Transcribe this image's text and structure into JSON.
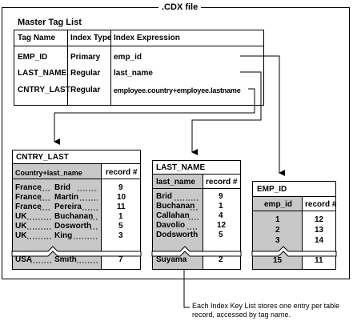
{
  "file_title": ".CDX file",
  "master": {
    "title": "Master Tag List",
    "headers": [
      "Tag Name",
      "Index Type",
      "Index Expression"
    ],
    "rows": [
      [
        "EMP_ID",
        "Primary",
        "emp_id"
      ],
      [
        "LAST_NAME",
        "Regular",
        "last_name"
      ],
      [
        "CNTRY_LAST",
        "Regular",
        "employee.country+employee.lastname"
      ]
    ]
  },
  "cntry": {
    "title": "CNTRY_LAST",
    "col1": "Country+last_name",
    "col2": "record #",
    "rows": [
      [
        "France",
        "Brid",
        "9"
      ],
      [
        "France",
        "Martin",
        "10"
      ],
      [
        "France",
        "Pereira",
        "11"
      ],
      [
        "UK",
        "Buchanan",
        "1"
      ],
      [
        "UK",
        "Dosworth",
        "5"
      ],
      [
        "UK",
        "King",
        "3"
      ]
    ],
    "last": [
      "USA",
      "Smith",
      "7"
    ]
  },
  "lastname": {
    "title": "LAST_NAME",
    "col1": "last_name",
    "col2": "record #",
    "rows": [
      [
        "Brid",
        "9"
      ],
      [
        "Buchanan",
        "1"
      ],
      [
        "Callahan",
        "4"
      ],
      [
        "Davolio",
        "12"
      ],
      [
        "Dodsworth",
        "5"
      ]
    ],
    "last": [
      "Suyama",
      "2"
    ]
  },
  "empid": {
    "title": "EMP_ID",
    "col1": "emp_id",
    "col2": "record #",
    "rows": [
      [
        "1",
        "12"
      ],
      [
        "2",
        "13"
      ],
      [
        "3",
        "14"
      ]
    ],
    "last": [
      "15",
      "11"
    ]
  },
  "caption": "Each Index Key List stores one entry per table record, accessed by tag name."
}
